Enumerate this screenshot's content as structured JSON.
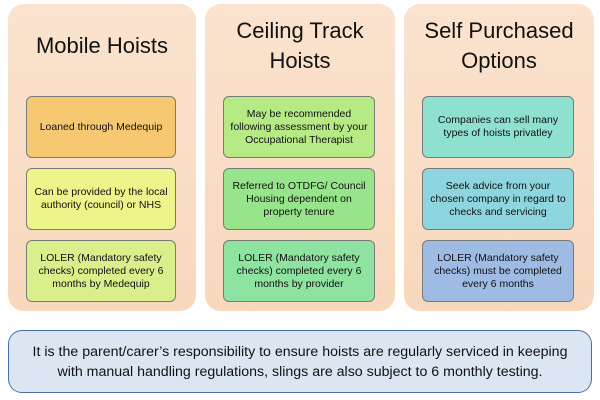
{
  "columns": [
    {
      "title": "Mobile Hoists",
      "cards": [
        {
          "text": "Loaned through Medequip",
          "color": "#f7c872"
        },
        {
          "text": "Can be provided by the local authority (council) or NHS",
          "color": "#eef38a"
        },
        {
          "text": "LOLER (Mandatory safety checks) completed every 6 months by Medequip",
          "color": "#d9ef8c"
        }
      ]
    },
    {
      "title": "Ceiling Track\nHoists",
      "cards": [
        {
          "text": "May be recommended following assessment by your Occupational Therapist",
          "color": "#b6ea84"
        },
        {
          "text": "Referred to OTDFG/ Council Housing dependent on property tenure",
          "color": "#97e58a"
        },
        {
          "text": "LOLER (Mandatory safety checks) completed every 6 months by provider",
          "color": "#8fe3a0"
        }
      ]
    },
    {
      "title": "Self Purchased\nOptions",
      "cards": [
        {
          "text": "Companies can sell many types of hoists privatley",
          "color": "#8ee1cf"
        },
        {
          "text": "Seek advice from your chosen company in regard to checks and servicing",
          "color": "#8ed6df"
        },
        {
          "text": "LOLER (Mandatory safety checks) must be completed every 6 months",
          "color": "#9dbbe3"
        }
      ]
    }
  ],
  "footer": {
    "text": "It is the parent/carer’s responsibility to ensure hoists are regularly serviced in keeping with manual handling regulations, slings are also subject to 6 monthly testing."
  }
}
